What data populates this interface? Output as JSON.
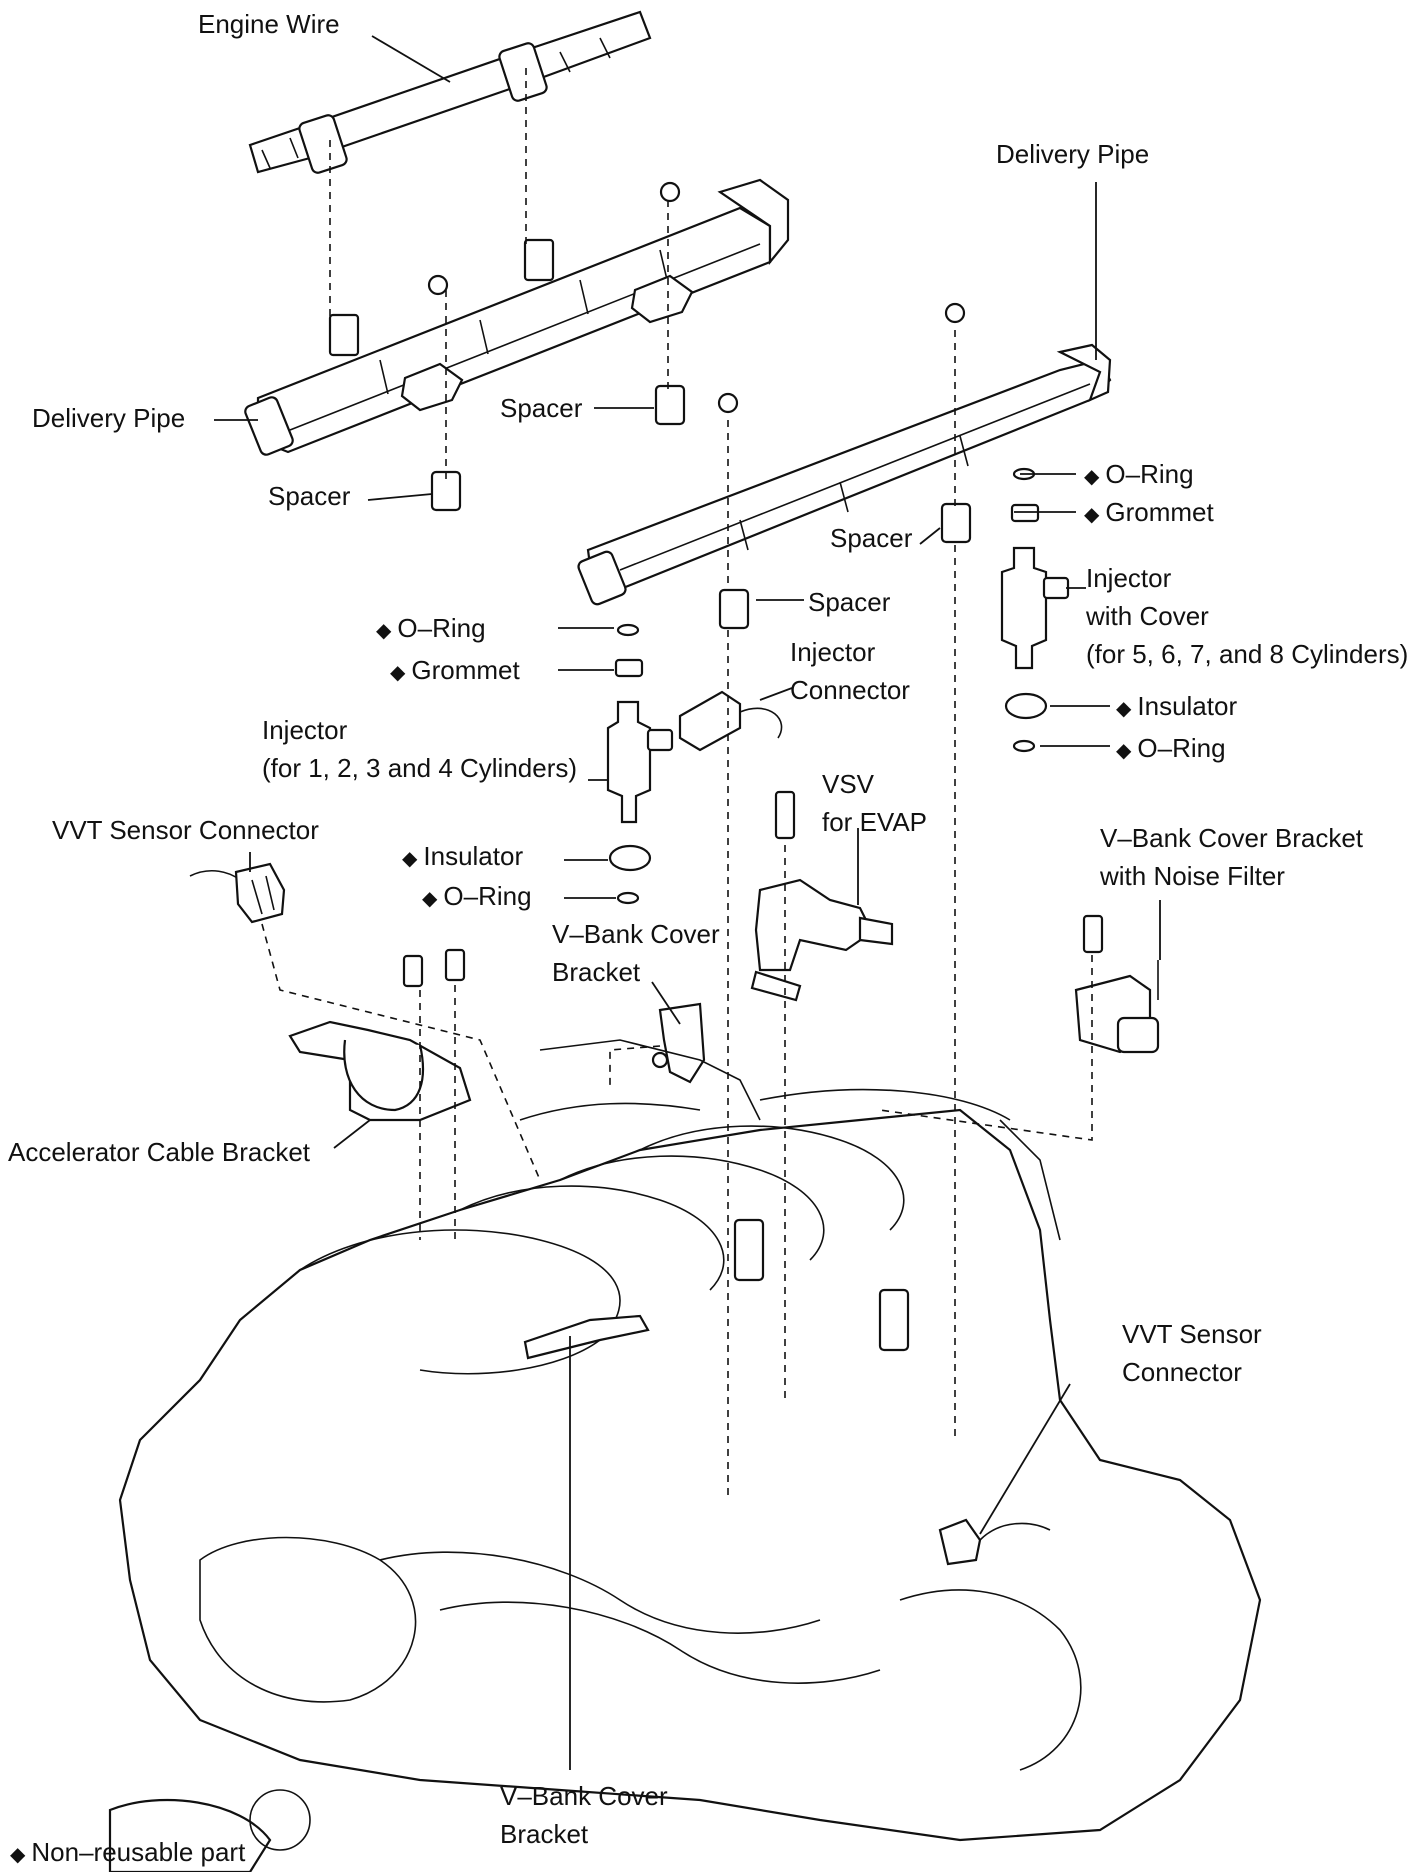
{
  "labels": {
    "engine_wire": "Engine Wire",
    "delivery_pipe_right": "Delivery Pipe",
    "delivery_pipe_left": "Delivery Pipe",
    "spacer_1": "Spacer",
    "spacer_2": "Spacer",
    "spacer_3": "Spacer",
    "spacer_4": "Spacer",
    "oring_1": "O–Ring",
    "grommet_1": "Grommet",
    "injector_rear_line1": "Injector",
    "injector_rear_line2": "with Cover",
    "injector_rear_line3": "(for 5, 6, 7, and 8 Cylinders)",
    "insulator_1": "Insulator",
    "oring_2": "O–Ring",
    "oring_3": "O–Ring",
    "grommet_2": "Grommet",
    "injector_connector_line1": "Injector",
    "injector_connector_line2": "Connector",
    "injector_front_line1": "Injector",
    "injector_front_line2": "(for 1, 2, 3 and 4 Cylinders)",
    "vsv_line1": "VSV",
    "vsv_line2": "for EVAP",
    "vvt_sensor_connector_left": "VVT Sensor Connector",
    "vbank_bracket_noise_line1": "V–Bank Cover Bracket",
    "vbank_bracket_noise_line2": "with Noise Filter",
    "insulator_2": "Insulator",
    "oring_4": "O–Ring",
    "vbank_bracket_mid_line1": "V–Bank Cover",
    "vbank_bracket_mid_line2": "Bracket",
    "accelerator_cable_bracket": "Accelerator Cable Bracket",
    "vvt_sensor_connector_right_line1": "VVT Sensor",
    "vvt_sensor_connector_right_line2": "Connector",
    "vbank_bracket_bottom_line1": "V–Bank Cover",
    "vbank_bracket_bottom_line2": "Bracket",
    "legend": "Non–reusable part"
  },
  "symbols": {
    "non_reusable_marker": "◆"
  }
}
